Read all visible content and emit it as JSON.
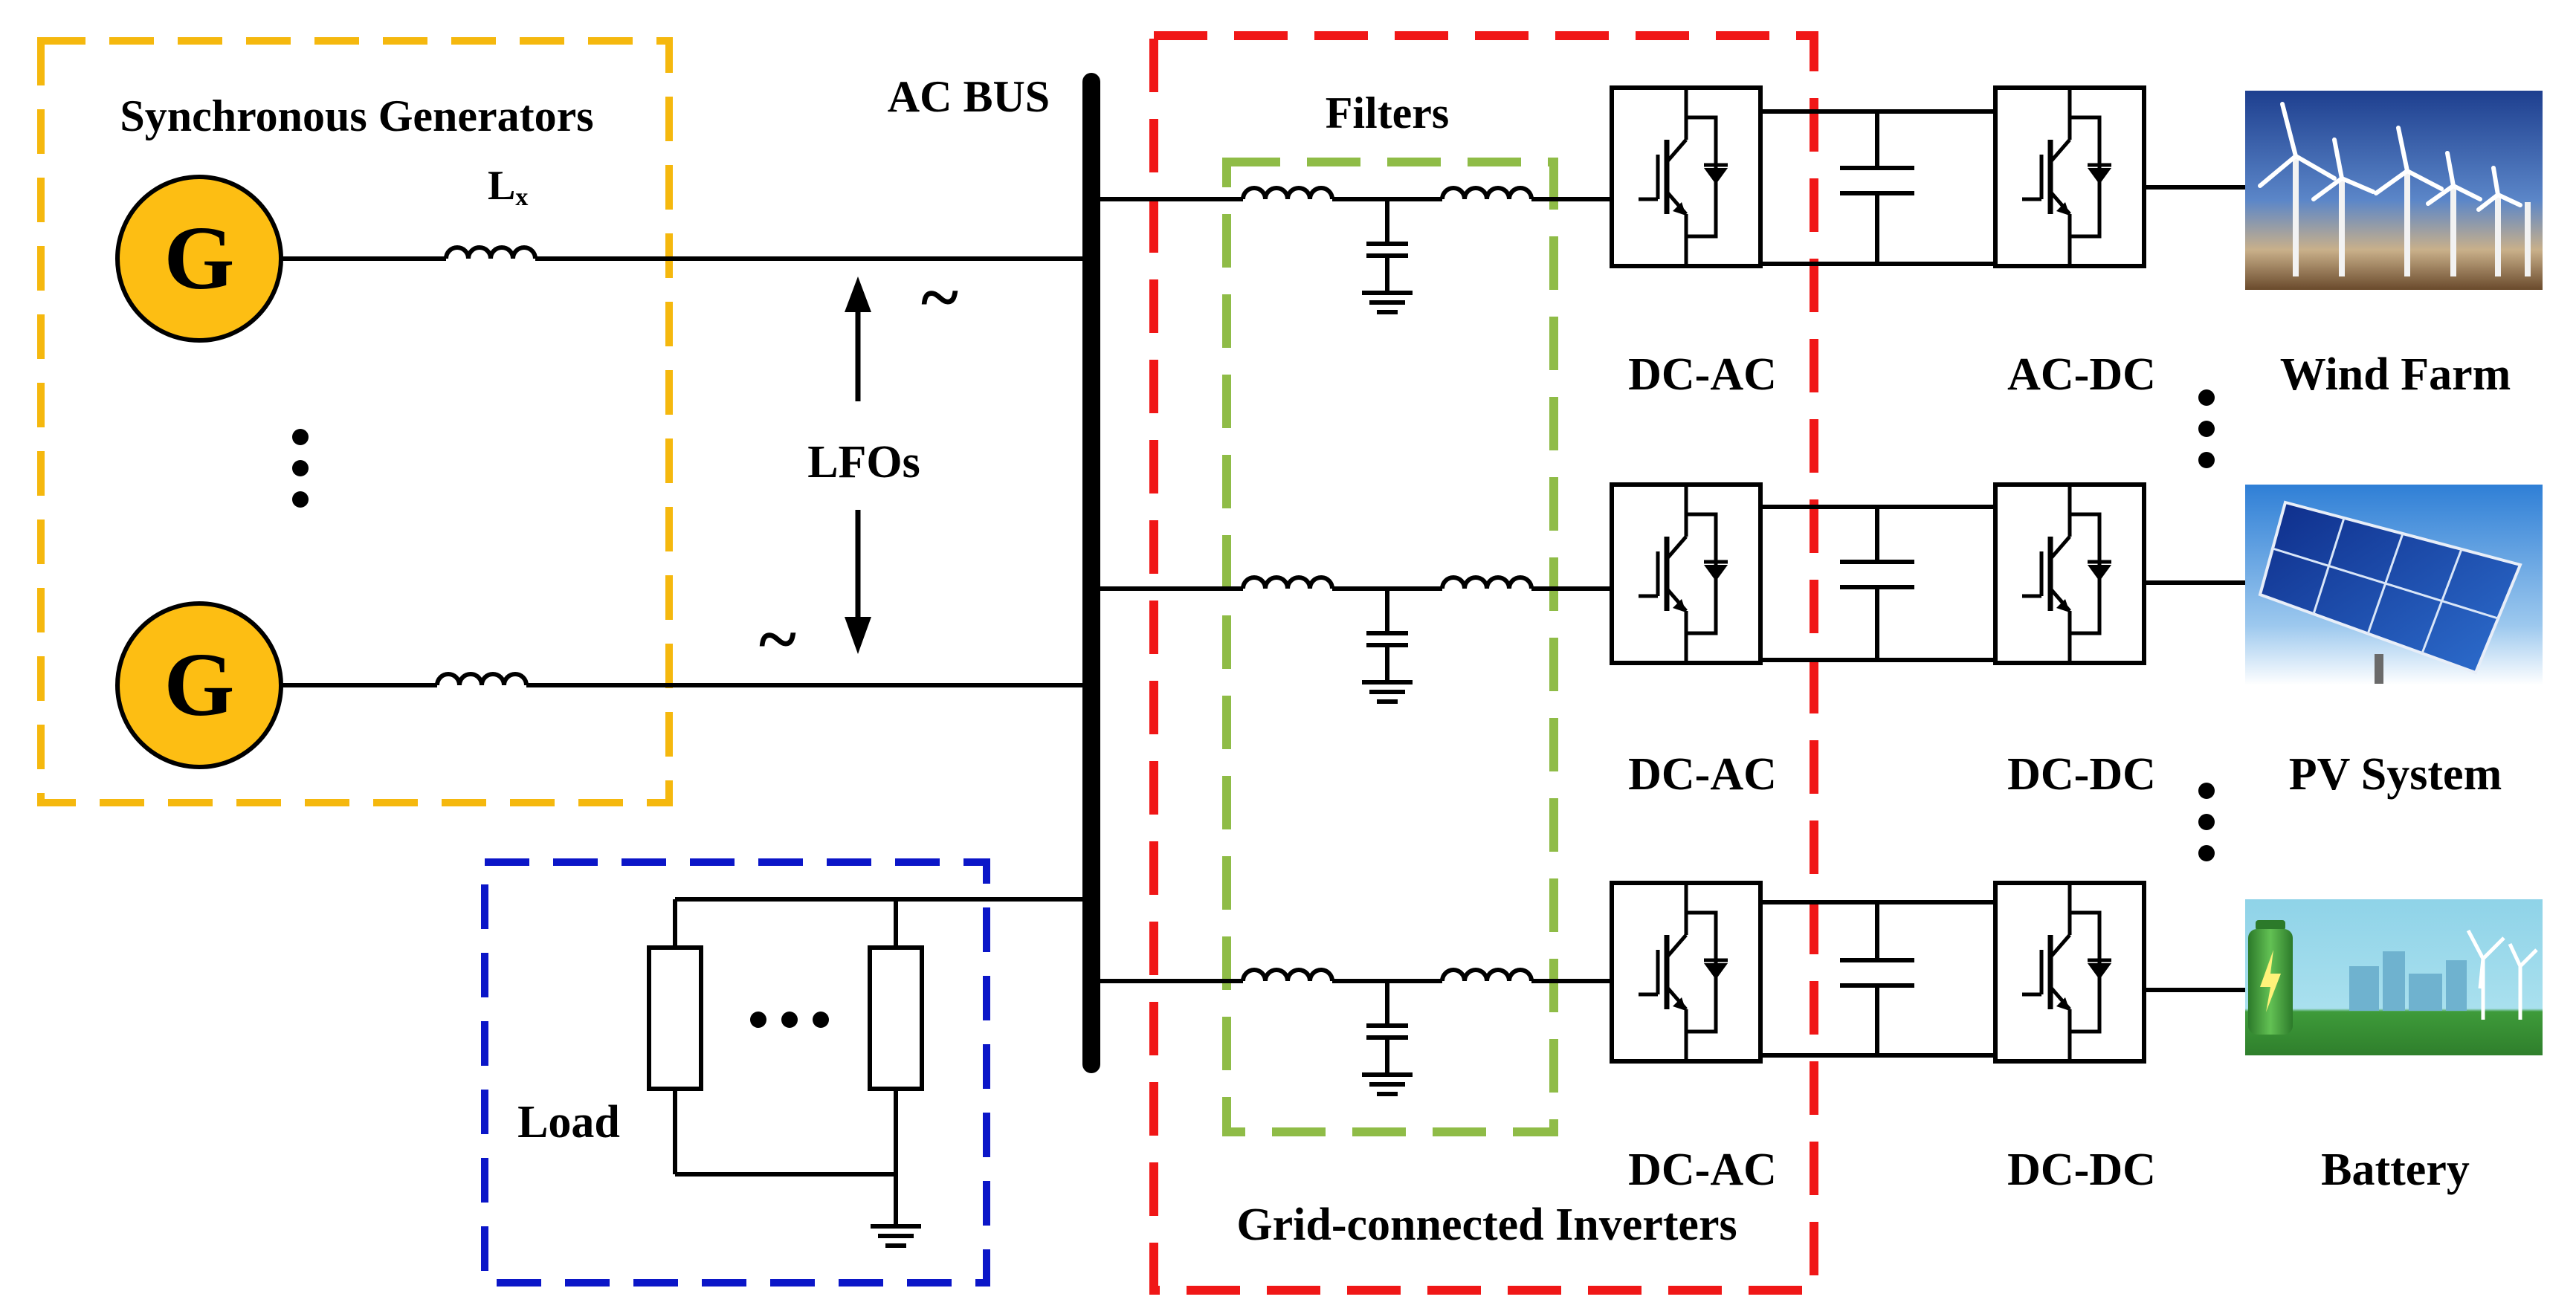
{
  "labels": {
    "sync_generators": "Synchronous Generators",
    "inductor_lx": "L",
    "inductor_lx_sub": "x",
    "generator_symbol": "G",
    "ac_bus": "AC BUS",
    "lfos": "LFOs",
    "tilde": "~",
    "filters": "Filters",
    "load": "Load",
    "grid_inverters": "Grid-connected Inverters",
    "dcac_1": "DC-AC",
    "dcac_2": "DC-AC",
    "dcac_3": "DC-AC",
    "conv2_1": "AC-DC",
    "conv2_2": "DC-DC",
    "conv2_3": "DC-DC",
    "source_1": "Wind Farm",
    "source_2": "PV System",
    "source_3": "Battery"
  },
  "colors": {
    "generator_fill": "#FDBE13",
    "sync_gen_border": "#F5B80E",
    "load_border": "#0B16C8",
    "inverter_border": "#F01717",
    "filter_border": "#8FBC47",
    "wire": "#000000"
  },
  "icons": {
    "wind_farm": "wind-turbines-photo",
    "pv_system": "solar-panel-photo",
    "battery": "battery-renewables-illustration"
  }
}
